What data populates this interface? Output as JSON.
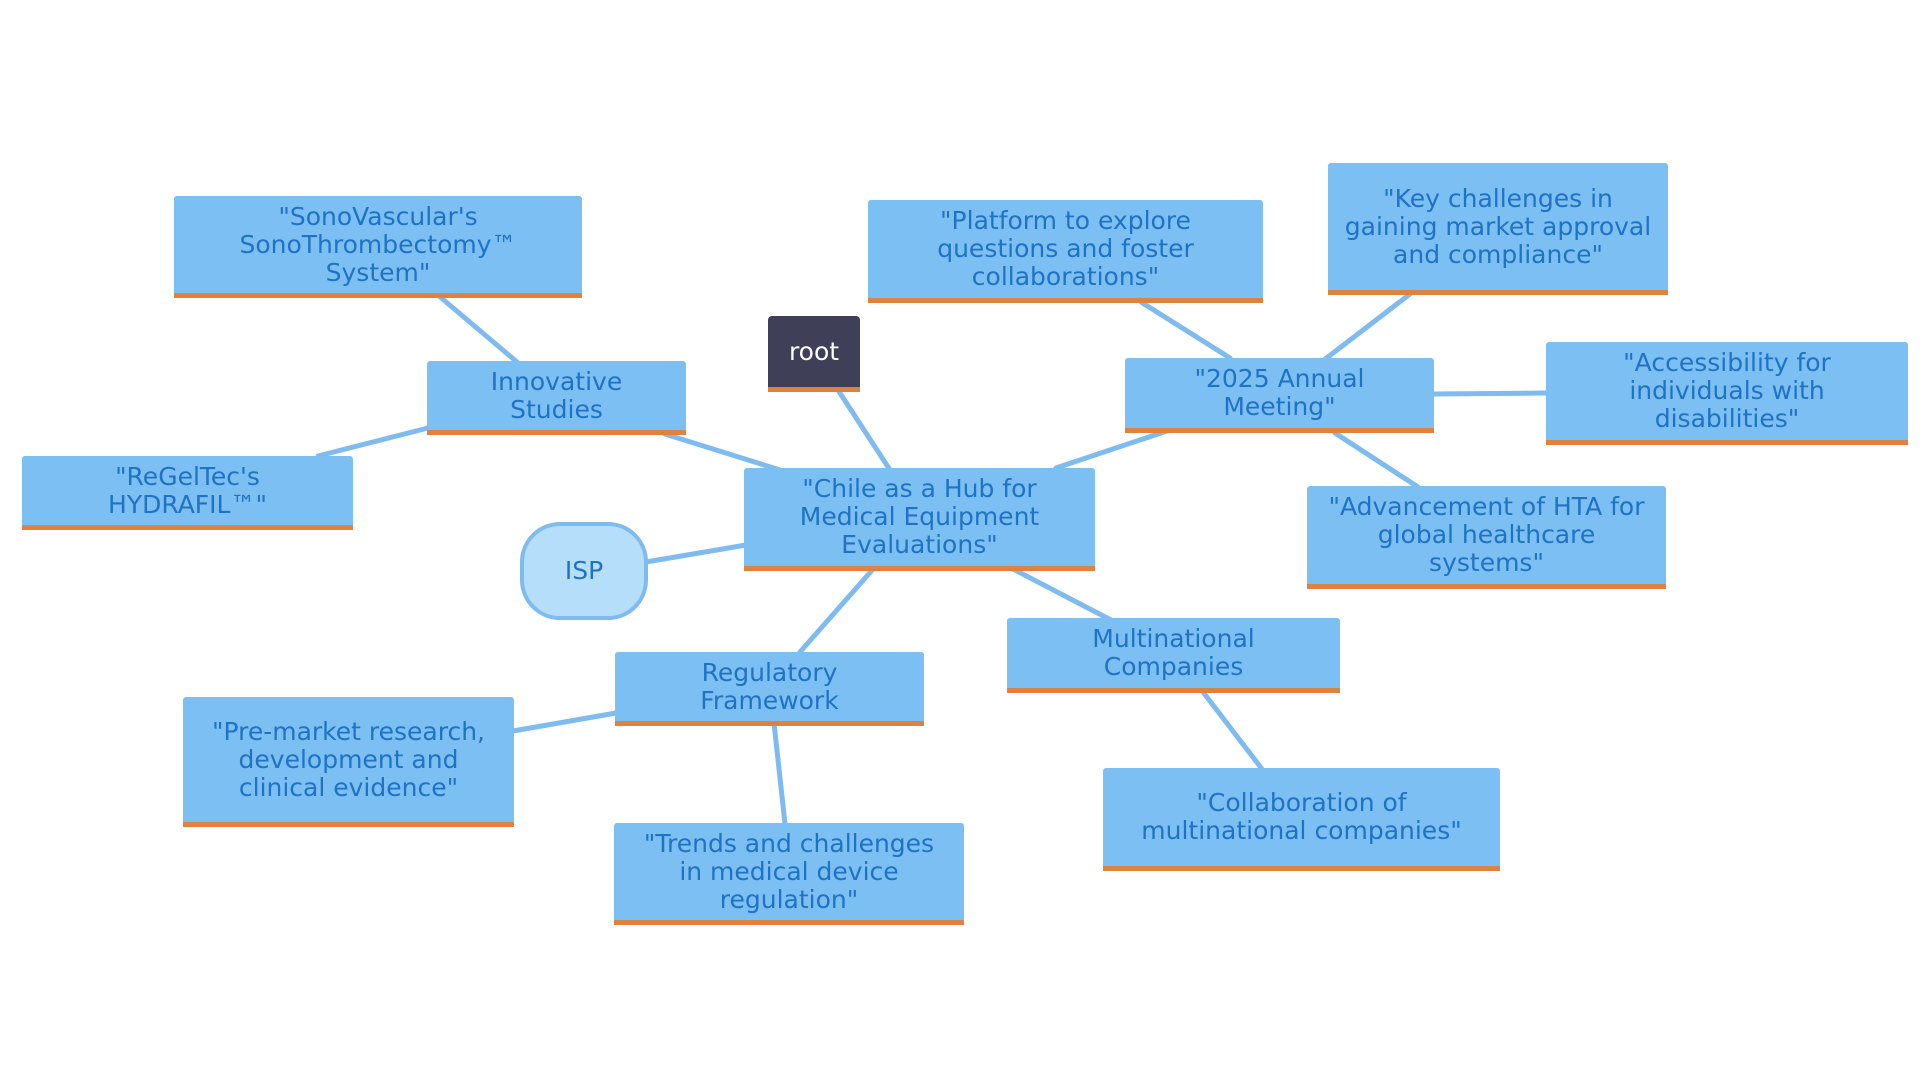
{
  "diagram": {
    "colors": {
      "node_fill": "#7cbff2",
      "node_text": "#1f72c4",
      "node_underline": "#e0823d",
      "edge": "#7fbbee",
      "root_fill": "#3f4057",
      "root_text": "#ffffff",
      "pill_fill": "#b4def9"
    },
    "nodes": {
      "root": "root",
      "center": "\"Chile as a Hub for Medical Equipment Evaluations\"",
      "isp": "ISP",
      "innovative_studies": "Innovative Studies",
      "sonovascular": "\"SonoVascular's SonoThrombectomy™ System\"",
      "regeltec": "\"ReGelTec's HYDRAFIL™\"",
      "regulatory_framework": "Regulatory Framework",
      "premarket": "\"Pre-market research, development and clinical evidence\"",
      "trends": "\"Trends and challenges in medical device regulation\"",
      "multinational": "Multinational Companies",
      "collaboration": "\"Collaboration of multinational companies\"",
      "annual_meeting": "\"2025 Annual Meeting\"",
      "platform": "\"Platform to explore questions and foster collaborations\"",
      "key_challenges": "\"Key challenges in gaining market approval and compliance\"",
      "accessibility": "\"Accessibility for individuals with disabilities\"",
      "hta": "\"Advancement of HTA for global healthcare systems\""
    }
  }
}
